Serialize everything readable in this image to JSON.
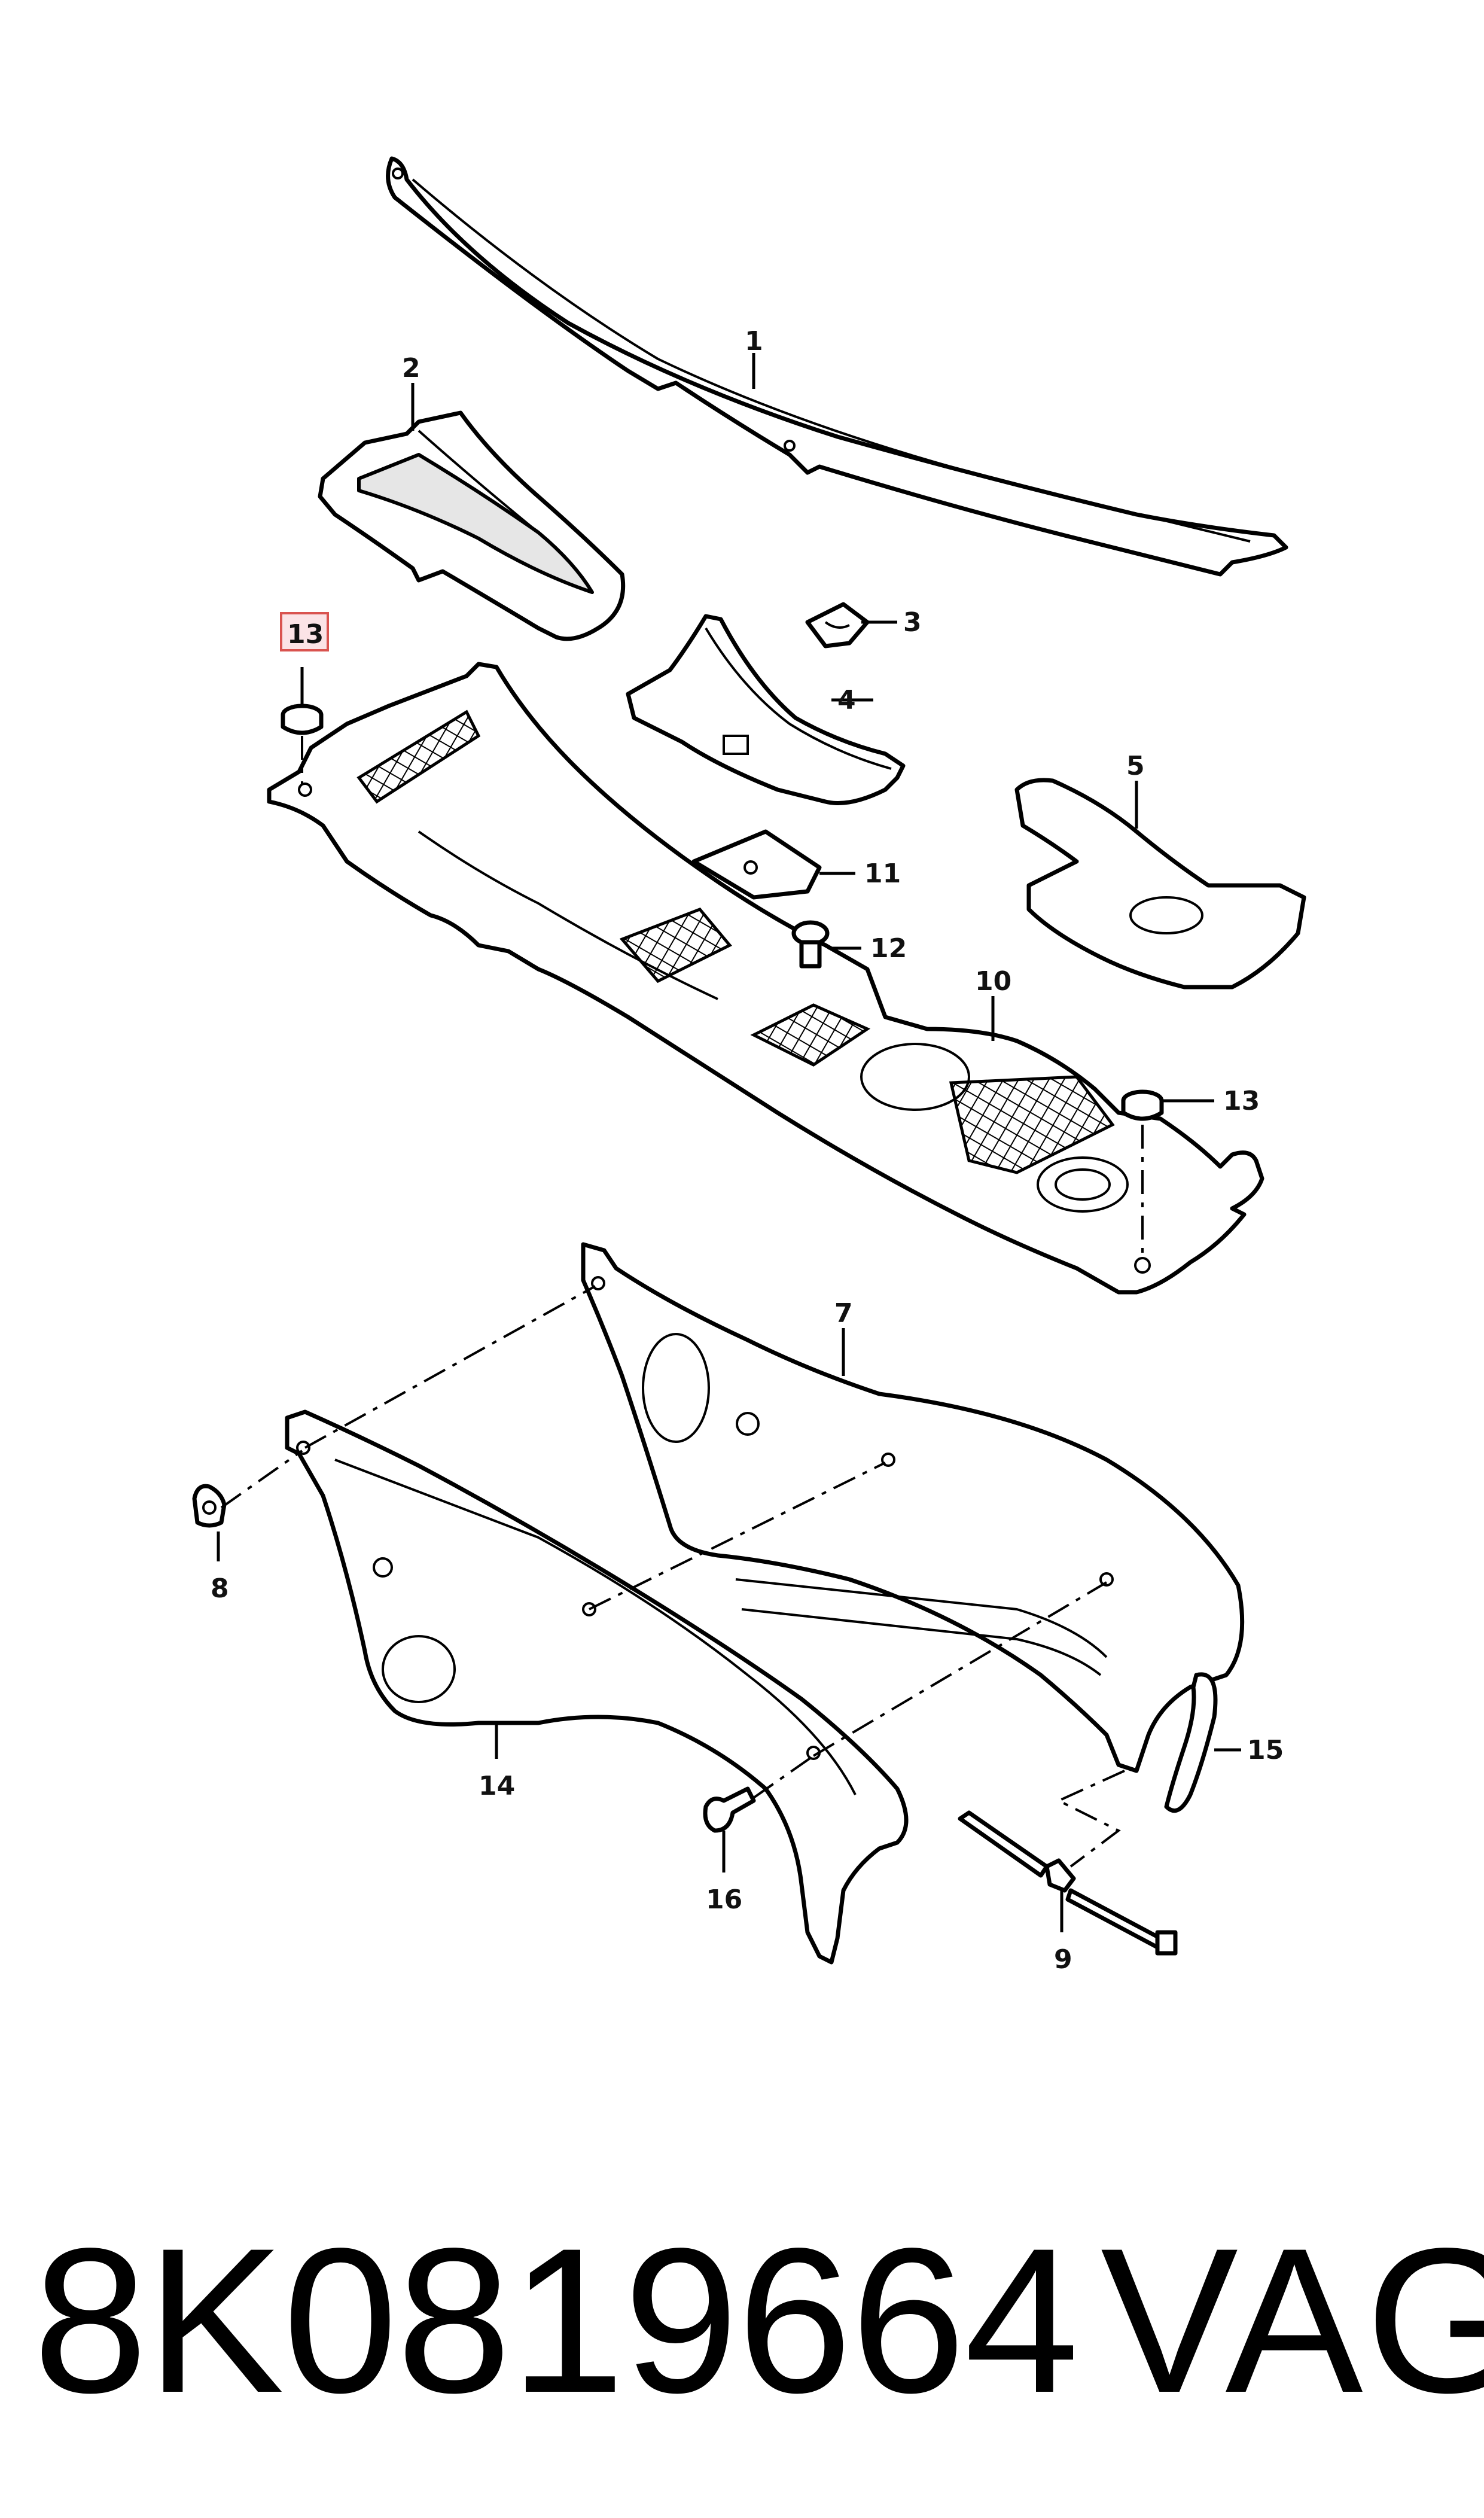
{
  "diagram": {
    "callouts": {
      "c1": "1",
      "c2": "2",
      "c3": "3",
      "c4": "4",
      "c5": "5",
      "c7": "7",
      "c8": "8",
      "c9": "9",
      "c10": "10",
      "c11": "11",
      "c12": "12",
      "c13a": "13",
      "c13b": "13",
      "c14": "14",
      "c15": "15",
      "c16": "16"
    },
    "highlighted_callout": "13",
    "highlight_color": "#d9534f"
  },
  "footer": {
    "part_number": "8K0819664",
    "brand": "VAG"
  }
}
